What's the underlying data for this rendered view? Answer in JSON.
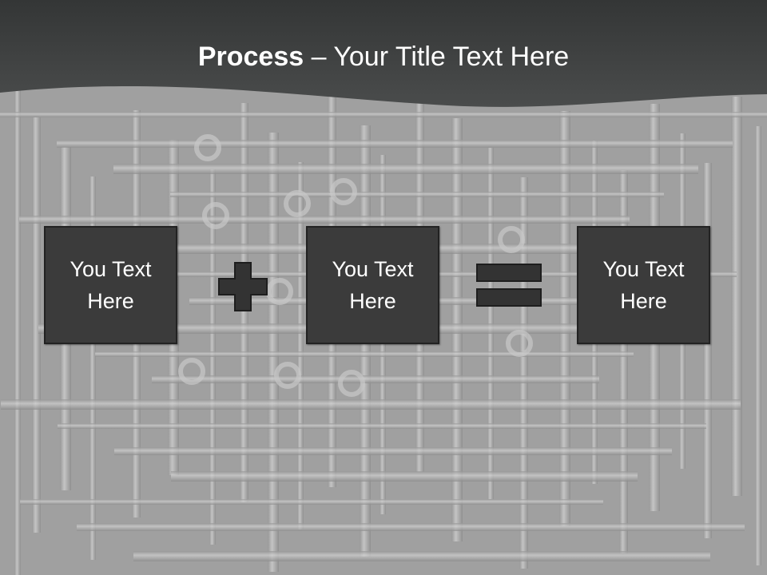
{
  "slide": {
    "title_bold": "Process",
    "title_rest": " – Your Title Text Here",
    "boxes": [
      {
        "text": "You Text Here"
      },
      {
        "text": "You Text Here"
      },
      {
        "text": "You Text Here"
      }
    ],
    "operators": [
      "plus-icon",
      "equals-icon"
    ]
  },
  "colors": {
    "header": "#3e4040",
    "box_fill": "#3b3b3b",
    "box_border": "#222222",
    "operator": "#333333",
    "background": "#9a9a9a"
  }
}
